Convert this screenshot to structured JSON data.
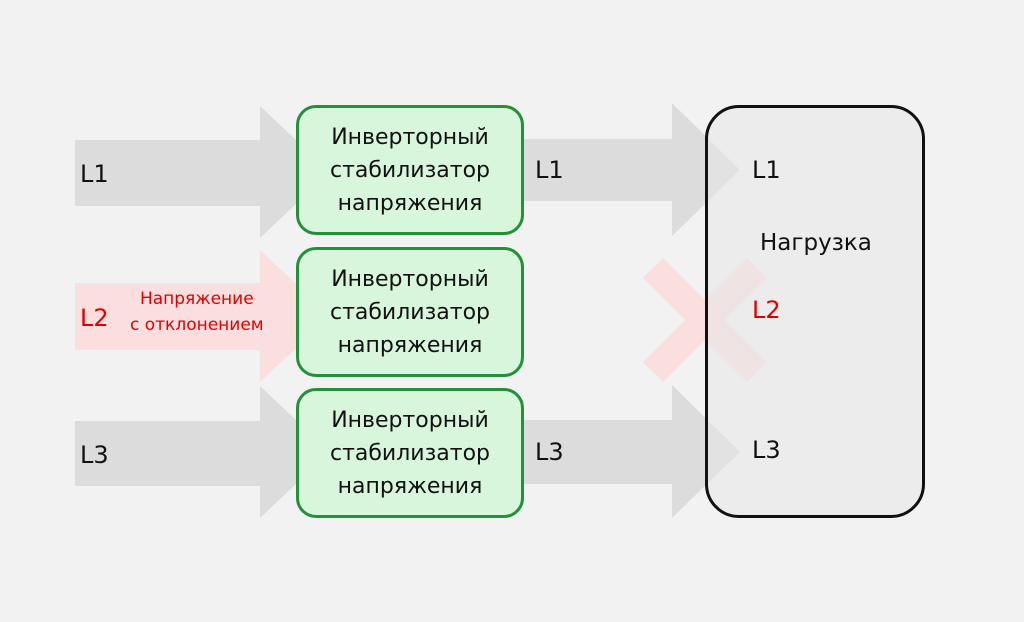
{
  "inputs": {
    "l1": "L1",
    "l2": "L2",
    "l3": "L3",
    "l2_note_line1": "Напряжение",
    "l2_note_line2": "с отклонением"
  },
  "stabilizers": [
    {
      "line1": "Инверторный",
      "line2": "стабилизатор",
      "line3": "напряжения"
    },
    {
      "line1": "Инверторный",
      "line2": "стабилизатор",
      "line3": "напряжения"
    },
    {
      "line1": "Инверторный",
      "line2": "стабилизатор",
      "line3": "напряжения"
    }
  ],
  "outputs": {
    "l1": "L1",
    "l3": "L3"
  },
  "load": {
    "title": "Нагрузка",
    "l1": "L1",
    "l2": "L2",
    "l3": "L3"
  },
  "colors": {
    "background": "#f2f2f2",
    "arrow_gray": "#dcdcdc",
    "arrow_red": "#fbdede",
    "stabilizer_fill": "#d8f6dc",
    "stabilizer_border": "#24913a",
    "fault_red": "#e00000",
    "cross": "#fbdede"
  }
}
